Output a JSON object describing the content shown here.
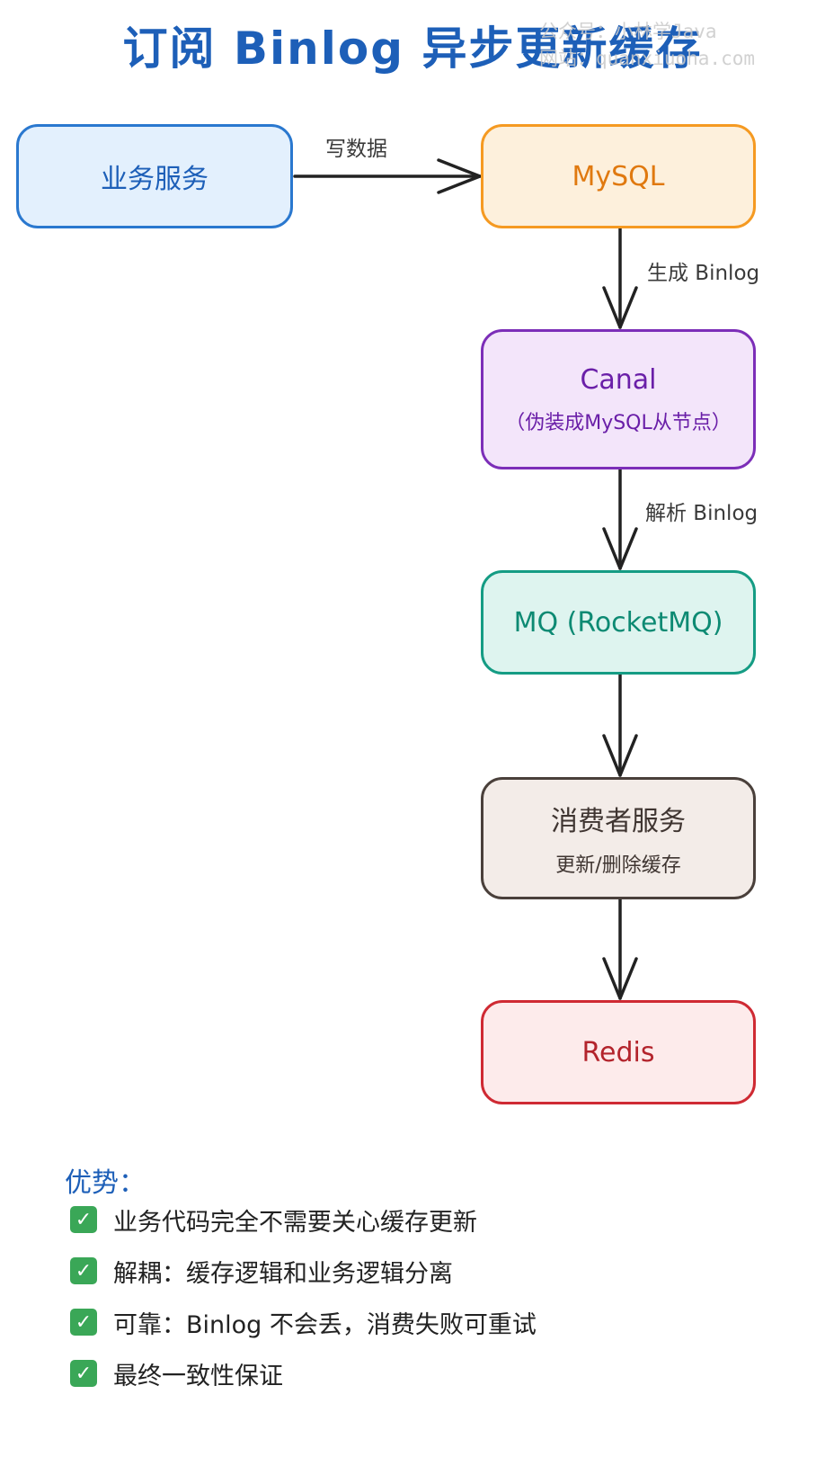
{
  "title": "订阅 Binlog 异步更新缓存",
  "watermark": {
    "line1": "公众号：小林学Java",
    "line2": "网站：quanxiuoha.com"
  },
  "nodes": {
    "business": {
      "label": "业务服务",
      "color": "#1d5fb8"
    },
    "mysql": {
      "label": "MySQL",
      "color": "#e0790f"
    },
    "canal": {
      "label": "Canal",
      "sublabel": "（伪装成MySQL从节点）",
      "color": "#6a1fa8"
    },
    "mq": {
      "label": "MQ (RocketMQ)",
      "color": "#0d8a73"
    },
    "consumer": {
      "label": "消费者服务",
      "sublabel": "更新/删除缓存",
      "color": "#3f3531"
    },
    "redis": {
      "label": "Redis",
      "color": "#b3242c"
    }
  },
  "edges": {
    "write": "写数据",
    "generate": "生成 Binlog",
    "parse": "解析 Binlog"
  },
  "advantages": {
    "title": "优势：",
    "items": [
      "业务代码完全不需要关心缓存更新",
      "解耦：缓存逻辑和业务逻辑分离",
      "可靠：Binlog 不会丢，消费失败可重试",
      "最终一致性保证"
    ],
    "check_icon": "check-box-icon"
  }
}
